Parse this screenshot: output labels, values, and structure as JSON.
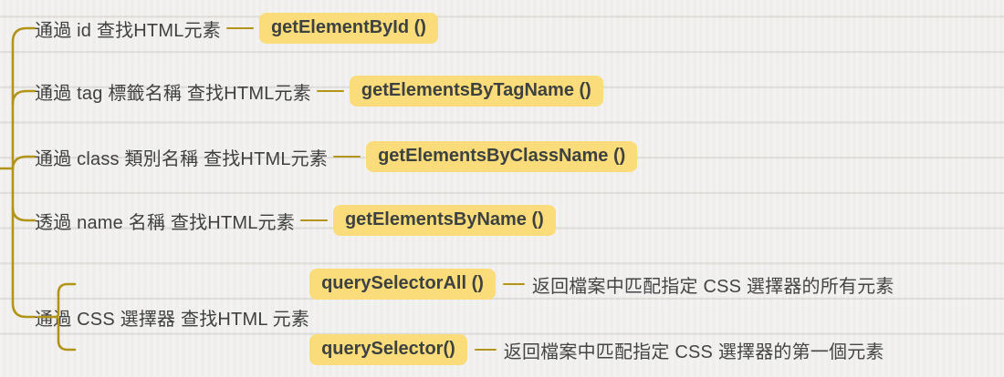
{
  "colors": {
    "background": "#f1f0ee",
    "branch_line": "#b29419",
    "highlight_chip": "#fadd7a",
    "chip_text": "#3d4140",
    "label_text": "#404040"
  },
  "mindmap": {
    "branches": [
      {
        "label": "通過 id 查找HTML元素",
        "method": "getElementById ()"
      },
      {
        "label": "通過 tag 標籤名稱 查找HTML元素",
        "method": "getElementsByTagName ()"
      },
      {
        "label": "通過 class 類別名稱 查找HTML元素",
        "method": "getElementsByClassName ()"
      },
      {
        "label": "透過 name 名稱 查找HTML元素",
        "method": "getElementsByName ()"
      },
      {
        "label": "通過 CSS 選擇器 查找HTML 元素",
        "children": [
          {
            "method": "querySelectorAll ()",
            "description": "返回檔案中匹配指定 CSS 選擇器的所有元素"
          },
          {
            "method": "querySelector()",
            "description": "返回檔案中匹配指定 CSS 選擇器的第一個元素"
          }
        ]
      }
    ]
  }
}
